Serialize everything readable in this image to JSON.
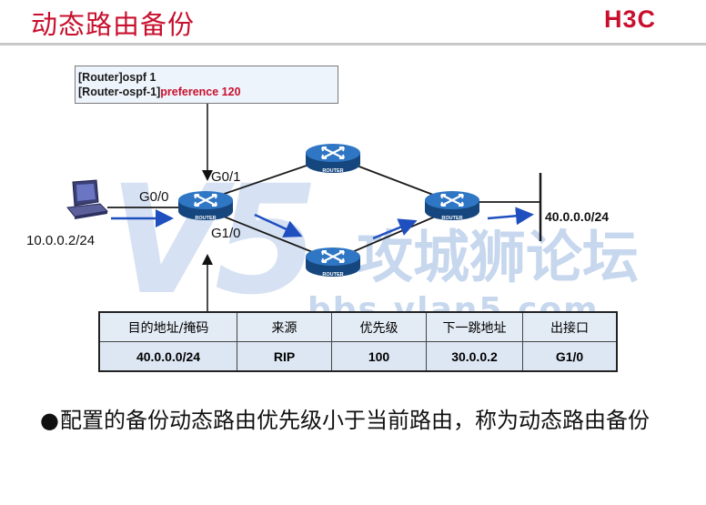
{
  "slide": {
    "title": "动态路由备份",
    "logo_text": "H3C"
  },
  "config_box": {
    "line1": "[Router]ospf 1",
    "line2_prefix": "[Router-ospf-1]",
    "line2_highlight": "preference 120"
  },
  "diagram": {
    "router_icon_label": "ROUTER",
    "labels": {
      "host_ip": "10.0.0.2/24",
      "if_g00": "G0/0",
      "if_g01": "G0/1",
      "if_g10": "G1/0",
      "dest_net": "40.0.0.0/24"
    },
    "colors": {
      "router_body": "#1f5fa8",
      "link": "#1a1a1a",
      "arrow": "#1f4fbf",
      "accent_red": "#c8102e"
    }
  },
  "routing_table": {
    "headers": [
      "目的地址/掩码",
      "来源",
      "优先级",
      "下一跳地址",
      "出接口"
    ],
    "rows": [
      [
        "40.0.0.0/24",
        "RIP",
        "100",
        "30.0.0.2",
        "G1/0"
      ]
    ]
  },
  "bullet": {
    "text": "配置的备份动态路由优先级小于当前路由，称为动态路由备份"
  },
  "watermark": {
    "logo": "V5",
    "cn": "攻城狮论坛",
    "url": "bbs.vlan5.com"
  }
}
